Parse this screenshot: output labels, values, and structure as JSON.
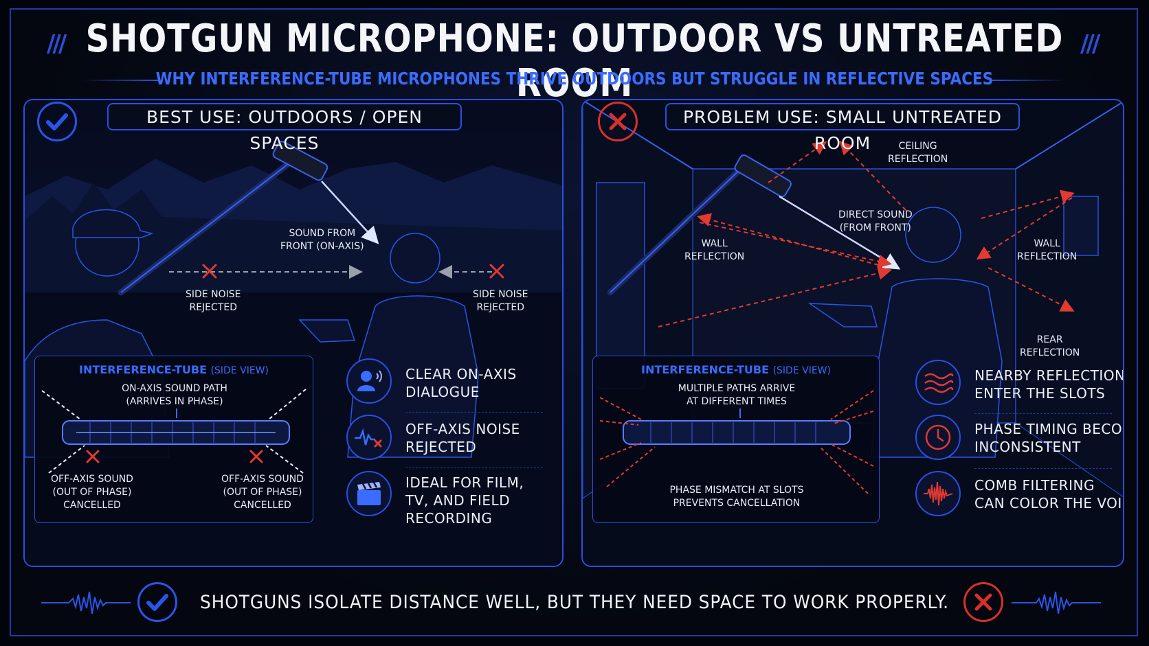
{
  "header": {
    "title": "SHOTGUN MICROPHONE: OUTDOOR VS UNTREATED ROOM",
    "subtitle": "WHY INTERFERENCE-TUBE MICROPHONES THRIVE OUTDOORS BUT STRUGGLE IN REFLECTIVE SPACES",
    "slashes": "///"
  },
  "left_panel": {
    "badge": "BEST USE: OUTDOORS / OPEN SPACES",
    "labels": {
      "sound_from_front": "SOUND FROM\nFRONT (ON-AXIS)",
      "side_noise_left": "SIDE NOISE\nREJECTED",
      "side_noise_right": "SIDE NOISE\nREJECTED"
    },
    "tube": {
      "title": "INTERFERENCE-TUBE",
      "title_suffix": "(SIDE VIEW)",
      "on_axis": "ON-AXIS SOUND PATH\n(ARRIVES IN PHASE)",
      "off_axis_left": "OFF-AXIS SOUND\n(OUT OF PHASE)\nCANCELLED",
      "off_axis_right": "OFF-AXIS SOUND\n(OUT OF PHASE)\nCANCELLED"
    },
    "features": [
      {
        "icon": "person-speaking-icon",
        "text": "CLEAR ON-AXIS\nDIALOGUE"
      },
      {
        "icon": "waveform-x-icon",
        "text": "OFF-AXIS NOISE\nREJECTED"
      },
      {
        "icon": "clapperboard-icon",
        "text": "IDEAL FOR FILM,\nTV, AND FIELD\nRECORDING"
      }
    ]
  },
  "right_panel": {
    "badge": "PROBLEM USE: SMALL UNTREATED ROOM",
    "labels": {
      "ceiling": "CEILING\nREFLECTION",
      "direct": "DIRECT SOUND\n(FROM FRONT)",
      "wall_left": "WALL\nREFLECTION",
      "wall_right": "WALL\nREFLECTION",
      "rear": "REAR\nREFLECTION"
    },
    "tube": {
      "title": "INTERFERENCE-TUBE",
      "title_suffix": "(SIDE VIEW)",
      "multiple_paths": "MULTIPLE PATHS ARRIVE\nAT DIFFERENT TIMES",
      "phase_mismatch": "PHASE MISMATCH AT SLOTS\nPREVENTS CANCELLATION"
    },
    "features": [
      {
        "icon": "wavy-lines-icon",
        "text": "NEARBY REFLECTIONS\nENTER THE SLOTS"
      },
      {
        "icon": "clock-icon",
        "text": "PHASE TIMING BECOMES\nINCONSISTENT"
      },
      {
        "icon": "comb-waveform-icon",
        "text": "COMB FILTERING\nCAN COLOR THE VOICE"
      }
    ]
  },
  "footer": {
    "text": "SHOTGUNS ISOLATE DISTANCE WELL, BUT THEY NEED SPACE TO WORK PROPERLY."
  },
  "colors": {
    "accent_blue": "#2a55e8",
    "label_blue": "#3a6cff",
    "warn_red": "#d9302a"
  }
}
